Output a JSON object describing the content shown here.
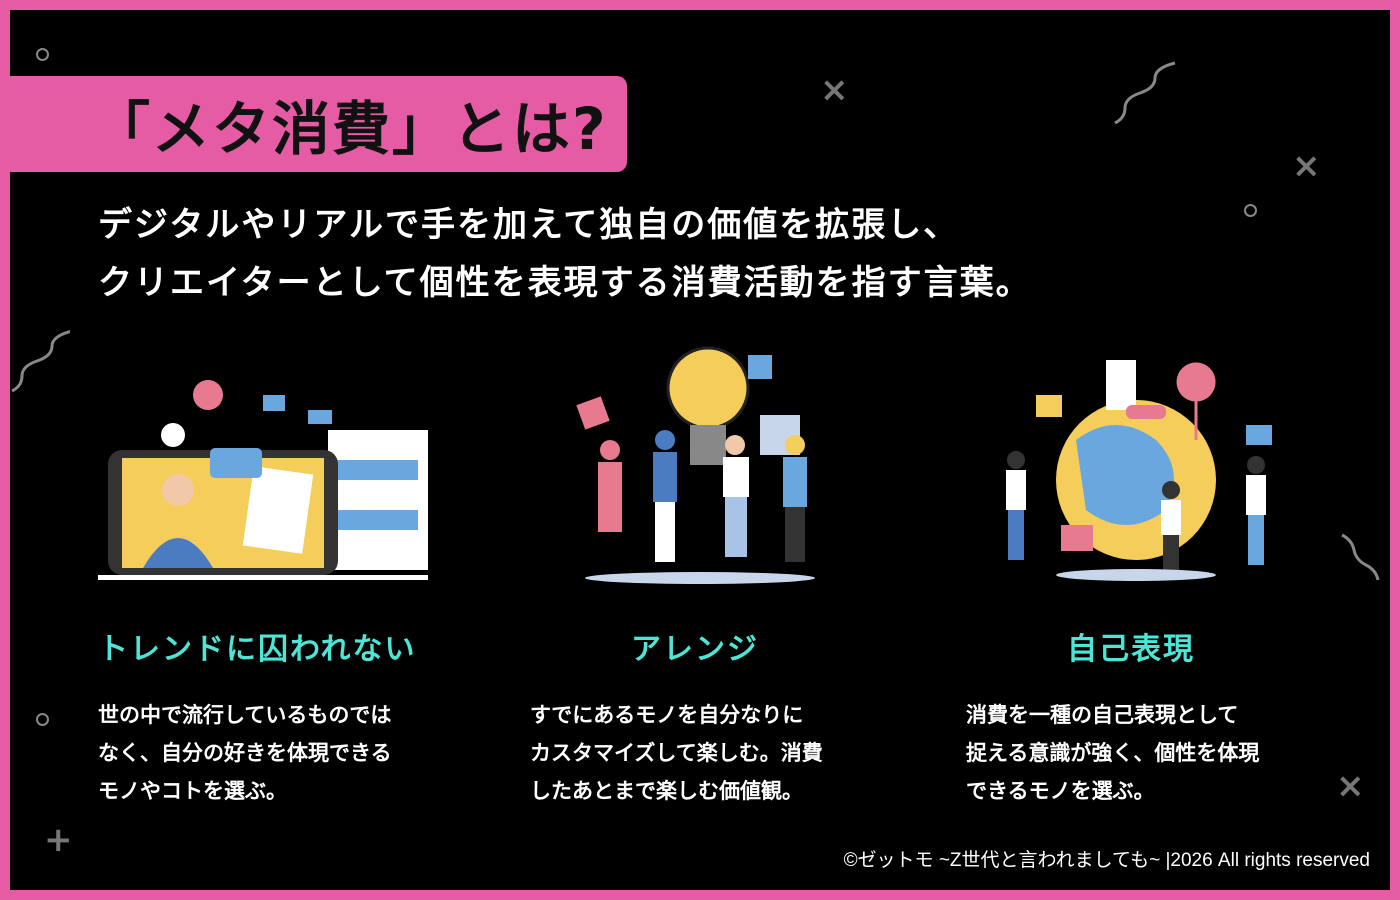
{
  "title": "「メタ消費」とは?",
  "intro": {
    "line1": "デジタルやリアルで手を加えて独自の価値を拡張し、",
    "line2": "クリエイターとして個性を表現する消費活動を指す言葉。"
  },
  "columns": [
    {
      "heading": "トレンドに囚われない",
      "lines": [
        "世の中で流行しているものでは",
        "なく、自分の好きを体現できる",
        "モノやコトを選ぶ。"
      ]
    },
    {
      "heading": "アレンジ",
      "lines": [
        "すでにあるモノを自分なりに",
        "カスタマイズして楽しむ。消費",
        "したあとまで楽しむ価値観。"
      ]
    },
    {
      "heading": "自己表現",
      "lines": [
        "消費を一種の自己表現として",
        "捉える意識が強く、個性を体現",
        "できるモノを選ぶ。"
      ]
    }
  ],
  "footer": "©ゼットモ ~Z世代と言われましても~ |2026 All rights reserved",
  "colors": {
    "accent": "#e55ca5",
    "heading": "#4ce6d6",
    "background": "#000000"
  }
}
